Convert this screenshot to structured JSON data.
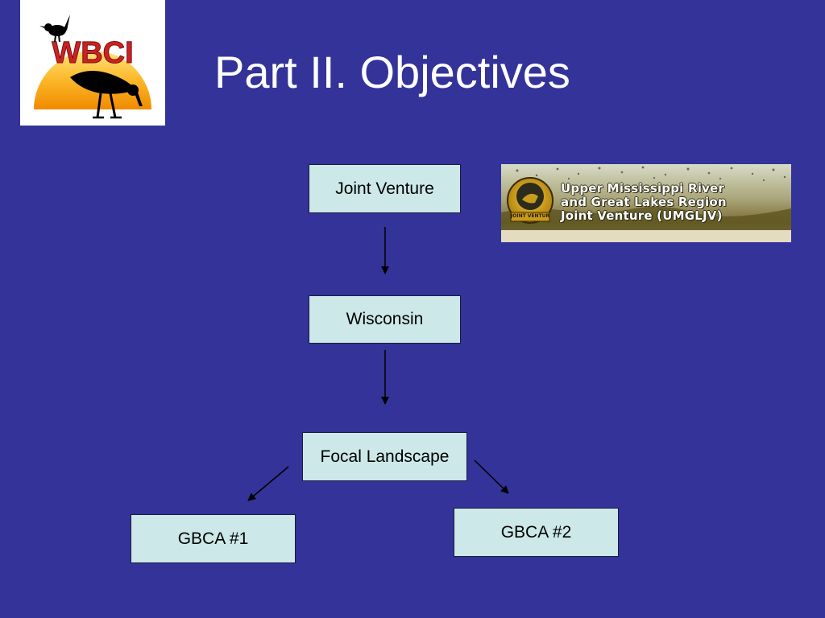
{
  "slide": {
    "title": "Part II. Objectives"
  },
  "logo": {
    "text": "WBCI"
  },
  "banner": {
    "badge_text": "JOINT VENTURE",
    "lines": [
      "Upper Mississippi River",
      "and Great Lakes Region",
      "Joint Venture (UMGLJV)"
    ]
  },
  "diagram": {
    "nodes": [
      {
        "id": "joint-venture",
        "label": "Joint Venture"
      },
      {
        "id": "wisconsin",
        "label": "Wisconsin"
      },
      {
        "id": "focal-landscape",
        "label": "Focal Landscape"
      },
      {
        "id": "gbca-1",
        "label": "GBCA #1"
      },
      {
        "id": "gbca-2",
        "label": "GBCA #2"
      }
    ],
    "edges": [
      {
        "from": "joint-venture",
        "to": "wisconsin"
      },
      {
        "from": "wisconsin",
        "to": "focal-landscape"
      },
      {
        "from": "focal-landscape",
        "to": "gbca-1"
      },
      {
        "from": "focal-landscape",
        "to": "gbca-2"
      }
    ]
  },
  "colors": {
    "background": "#333399",
    "node_fill": "#cce8e8",
    "title_text": "#ffffff",
    "logo_red": "#cc2222",
    "logo_sun": "#f7a800"
  }
}
